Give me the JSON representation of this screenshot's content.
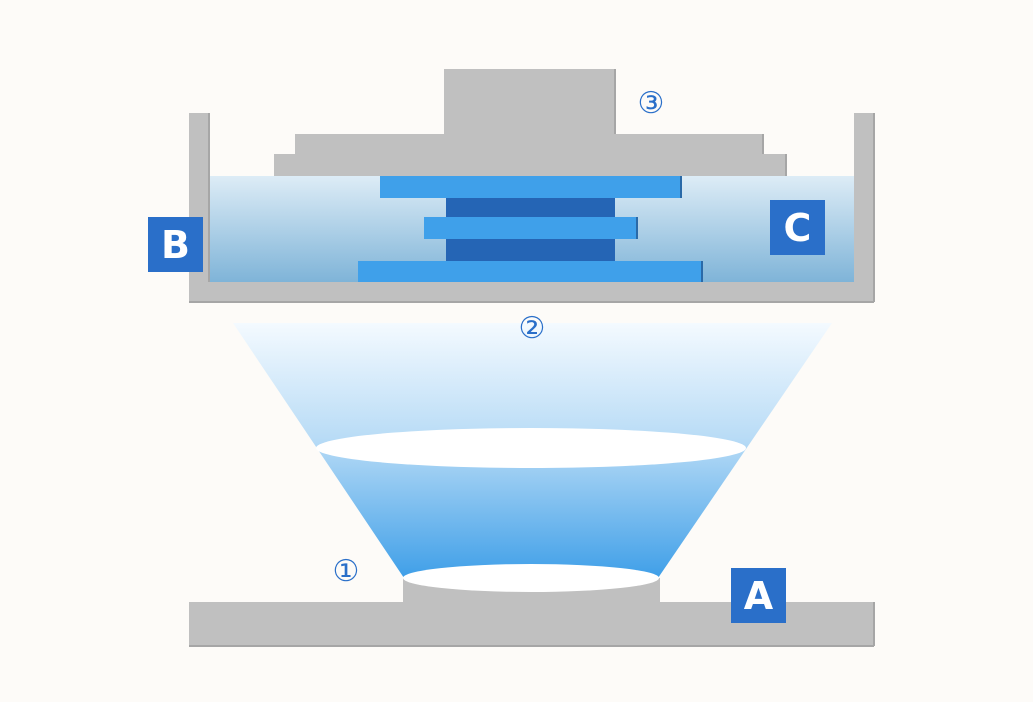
{
  "labels": {
    "marker_1": "①",
    "marker_2": "②",
    "marker_3": "③",
    "letter_a": "A",
    "letter_b": "B",
    "letter_c": "C"
  },
  "colors": {
    "background": "#fdfbf8",
    "frame_gray": "#c0c0c0",
    "frame_shadow": "#a6a6a6",
    "resin_top": "#ddecf6",
    "resin_bottom": "#7fb4d8",
    "layer_light": "#3fa0ea",
    "layer_dark": "#2565b5",
    "label_box": "#2a6fc9",
    "marker_blue": "#2a6fc9",
    "beam_top": "#f4faff",
    "beam_bottom": "#3f9fe8",
    "lens_fill": "#ffffff"
  }
}
